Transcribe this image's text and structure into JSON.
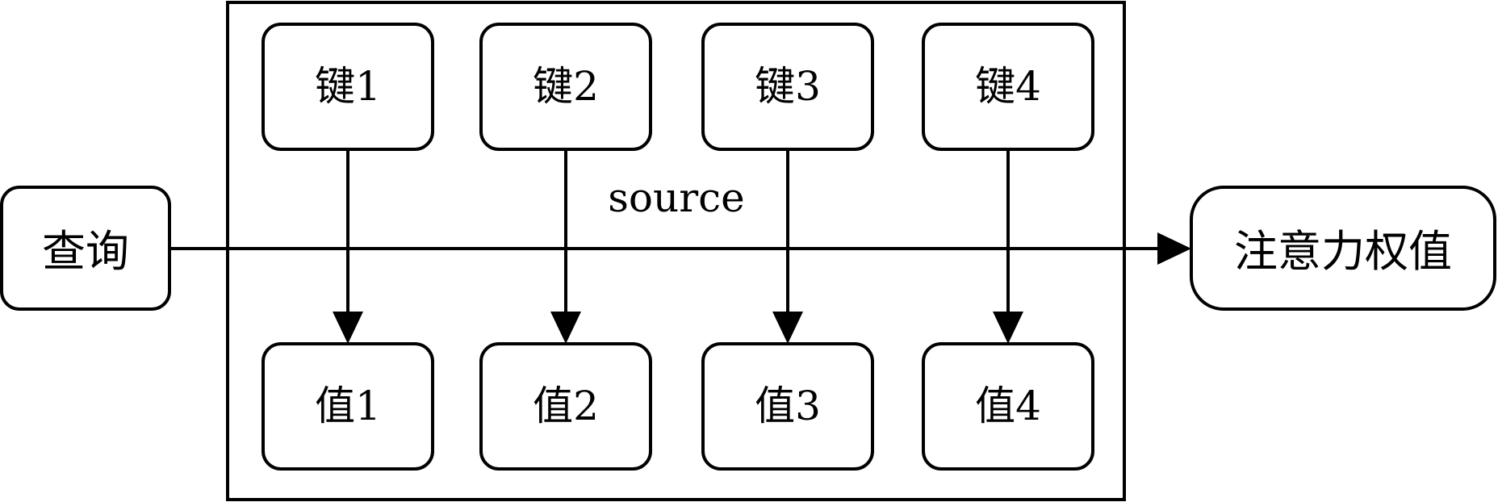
{
  "query": "查询",
  "source": "source",
  "output": "注意力权值",
  "keys": [
    "键1",
    "键2",
    "键3",
    "键4"
  ],
  "values": [
    "值1",
    "值2",
    "值3",
    "值4"
  ]
}
